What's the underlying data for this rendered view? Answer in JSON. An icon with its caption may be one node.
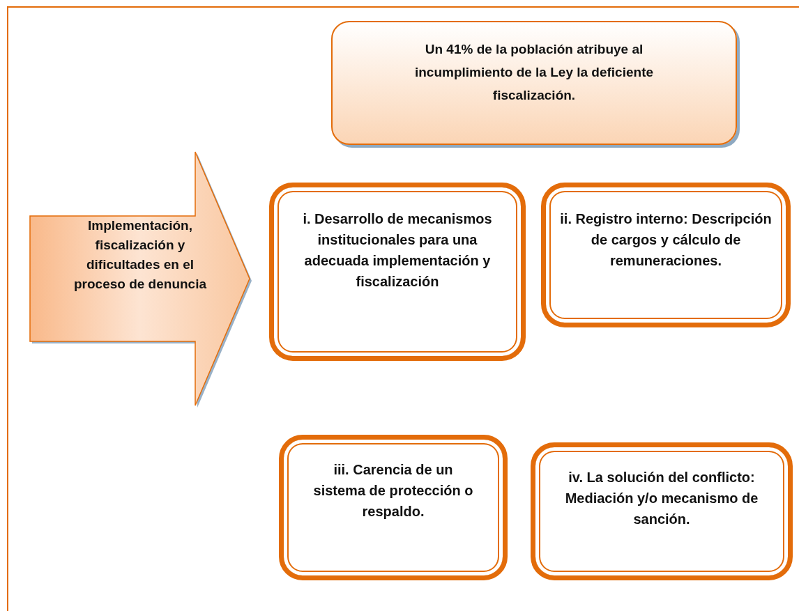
{
  "diagram": {
    "nodes": [
      {
        "text": [
          "Implementación, fiscalización y dificultades en el proceso de denuncia"
        ]
      },
      {
        "text": [
          "Un 41% de la población atribuye al incumplimiento de la Ley la deficiente fiscalización."
        ]
      },
      {
        "text": [
          "i. Desarrollo de mecanismos institucionales para una adecuada implementación y fiscalización"
        ]
      },
      {
        "text": [
          "ii. Registro interno: Descripción de cargos y cálculo de remuneraciones."
        ]
      },
      {
        "text": [
          "iii. Carencia de un sistema de protección o respaldo."
        ]
      },
      {
        "text": [
          "iv. La solución del conflicto: Mediación y/o mecanismo de sanción."
        ]
      }
    ],
    "edges": []
  }
}
